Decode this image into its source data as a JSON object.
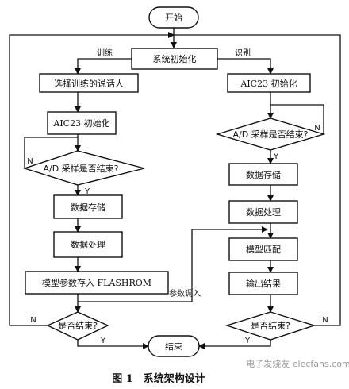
{
  "nodes": {
    "start": "开始",
    "sys_init": "系统初始化",
    "train_select": "选择训练的说话人",
    "train_aic": "AIC23 初始化",
    "train_ad": "A/D 采样是否结束?",
    "train_store": "数据存储",
    "train_process": "数据处理",
    "train_save": "模型参数存入 FLASHROM",
    "train_done": "是否结束?",
    "rec_aic": "AIC23 初始化",
    "rec_ad": "A/D 采样是否结束?",
    "rec_store": "数据存储",
    "rec_process": "数据处理",
    "rec_match": "模型匹配",
    "rec_output": "输出结果",
    "rec_done": "是否结束?",
    "end": "结束"
  },
  "labels": {
    "train": "训练",
    "recognize": "识别",
    "param_load": "参数调入",
    "n": "N",
    "y": "Y"
  },
  "caption": "图 1　系统架构设计",
  "watermark": "电子发烧友 elecfans.com"
}
